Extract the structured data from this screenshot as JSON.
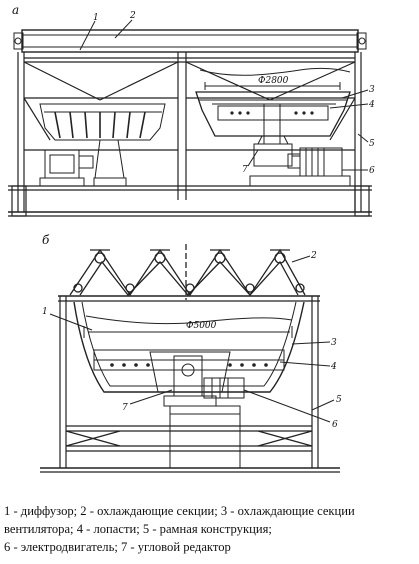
{
  "figure": {
    "sections": {
      "a": "а",
      "b": "б"
    },
    "dims": {
      "a": "Ф2800",
      "b": "Ф5000"
    },
    "callouts_a": [
      "1",
      "2",
      "3",
      "4",
      "5",
      "6",
      "7"
    ],
    "callouts_b": [
      "1",
      "2",
      "3",
      "4",
      "5",
      "6",
      "7"
    ]
  },
  "caption": {
    "line1": "1 - диффузор; 2 - охлаждающие секции; 3 - охлаждающие секции",
    "line2": "вентилятора;  4 - лопасти; 5 - рамная конструкция;",
    "line3": "6 - электродвигатель;  7 - угловой редактор"
  }
}
